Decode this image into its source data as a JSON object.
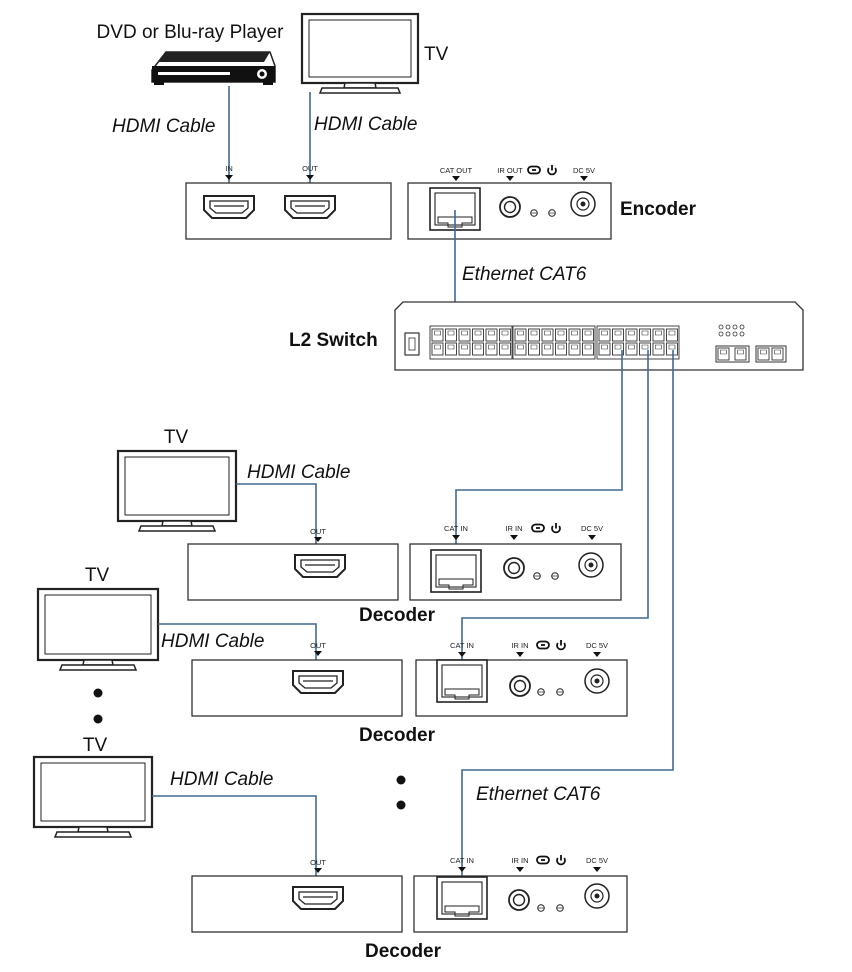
{
  "player_label": "DVD or Blu-ray Player",
  "tv_label": "TV",
  "hdmi_cable_label": "HDMI Cable",
  "ethernet_label": "Ethernet CAT6",
  "encoder_label": "Encoder",
  "decoder_label": "Decoder",
  "switch_label": "L2 Switch",
  "ports": {
    "in": "IN",
    "out": "OUT",
    "cat_out": "CAT OUT",
    "cat_in": "CAT IN",
    "ir_out": "IR OUT",
    "ir_in": "IR IN",
    "dc": "DC 5V"
  },
  "colors": {
    "cable": "#3e6b94",
    "outline": "#333333"
  }
}
